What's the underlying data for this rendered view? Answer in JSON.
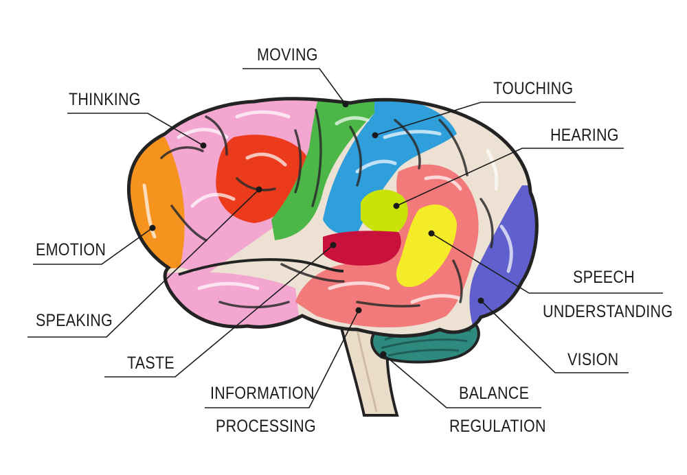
{
  "labels": {
    "moving": "MOVING",
    "touching": "TOUCHING",
    "thinking": "THINKING",
    "hearing": "HEARING",
    "emotion": "EMOTION",
    "speech": "SPEECH",
    "understanding": "UNDERSTANDING",
    "speaking": "SPEAKING",
    "vision": "VISION",
    "taste": "TASTE",
    "information": "INFORMATION",
    "processing": "PROCESSING",
    "balance": "BALANCE",
    "regulation": "REGULATION"
  },
  "colors": {
    "thinking": "#f3a6d0",
    "emotion": "#f6921e",
    "speaking": "#ec3b1c",
    "moving": "#4cb748",
    "touching": "#2f9fdc",
    "hearing": "#c9e20a",
    "taste": "#c8123c",
    "speech_understanding": "#f4ec28",
    "information_processing": "#f37a7a",
    "vision": "#5f5fce",
    "balance": "#2e8a7e",
    "brainstem": "#eadcc8",
    "inner": "#ece1d2",
    "outline": "#232323"
  }
}
